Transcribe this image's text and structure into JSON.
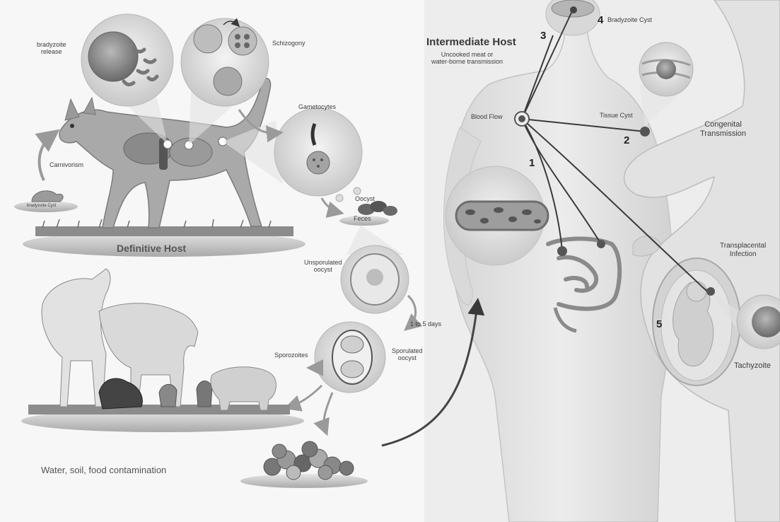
{
  "labels": {
    "bradyzoite_release": "bradyzoite\nrelease",
    "schizogony": "Schizogony",
    "gametocytes": "Gametocytes",
    "carnivorism": "Carnivorism",
    "bradyzoite_cyst_small": "bradyzoite Cyst",
    "oocyst": "Oocyst",
    "feces": "Feces",
    "definitive_host": "Definitive Host",
    "unsporulated_oocyst": "Unsporulated\noocyst",
    "one_to_five_days": "1 to 5 days",
    "sporozoites": "Sporozoites",
    "sporulated_oocyst": "Sporulated\noocyst",
    "water_soil_food": "Water, soil, food contamination",
    "intermediate_host": "Intermediate Host",
    "intermediate_host_sub": "Uncooked meat or\nwater-borne transmission",
    "blood_flow": "Blood Flow",
    "bradyzoite_cyst": "Bradyzoite Cyst",
    "tissue_cyst": "Tissue Cyst",
    "congenital_transmission": "Congenital\nTransmission",
    "transplacental_infection": "Transplacental\nInfection",
    "tachyzoite": "Tachyzoite"
  },
  "steps": [
    "1",
    "2",
    "3",
    "4",
    "5"
  ]
}
